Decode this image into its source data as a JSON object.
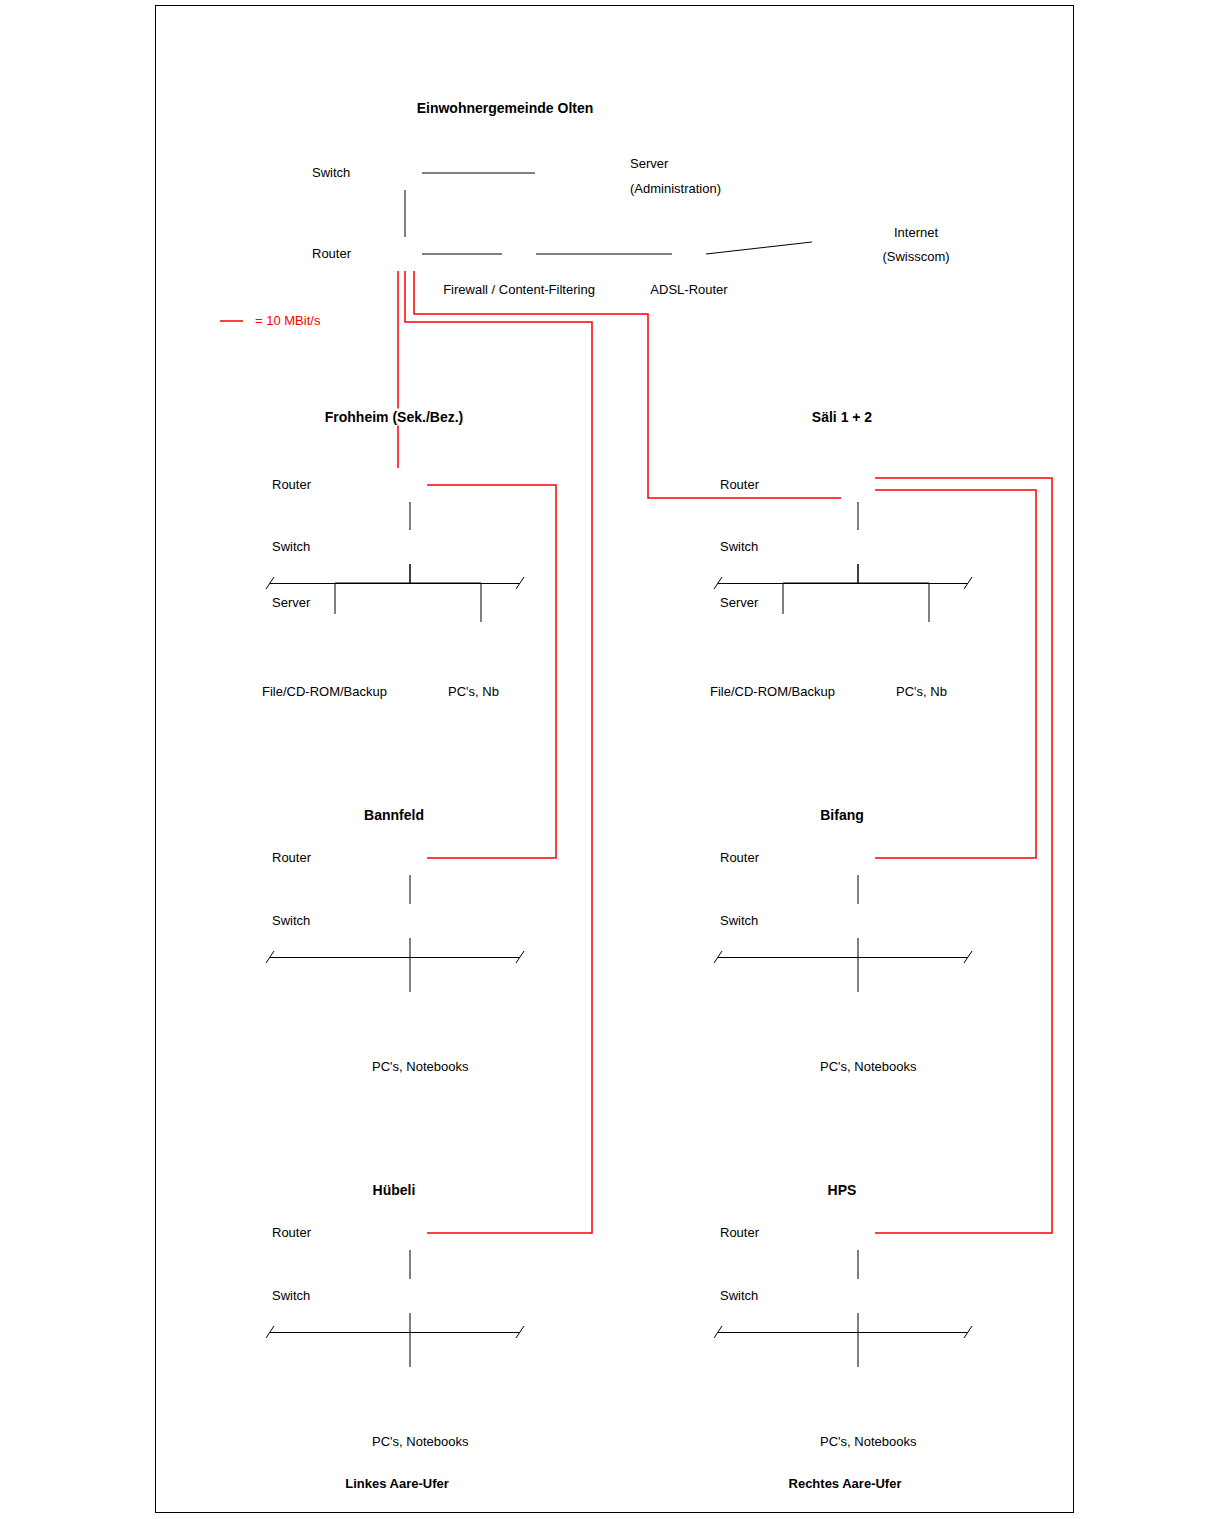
{
  "diagram": {
    "nodes": [
      {
        "text": [
          "Einwohnergemeinde Olten"
        ]
      },
      {
        "text": [
          "Switch"
        ],
        "in": 0
      },
      {
        "text": [
          "Server (Administration)"
        ],
        "in": 0
      },
      {
        "text": [
          "Router"
        ],
        "in": 0
      },
      {
        "text": [
          "Firewall / Content-Filtering"
        ],
        "in": 0
      },
      {
        "text": [
          "ADSL-Router"
        ],
        "in": 0
      },
      {
        "text": [
          "Internet (Swisscom)"
        ]
      },
      {
        "text": [
          "Linkes Aare-Ufer"
        ]
      },
      {
        "text": [
          "Frohheim (Sek./Bez.)"
        ],
        "in": 7
      },
      {
        "text": [
          "Router"
        ],
        "in": 8
      },
      {
        "text": [
          "Switch"
        ],
        "in": 8
      },
      {
        "text": [
          "Server",
          "File/CD-ROM/Backup"
        ],
        "in": 8
      },
      {
        "text": [
          "PC's, Nb"
        ],
        "in": 8
      },
      {
        "text": [
          "Bannfeld"
        ],
        "in": 7
      },
      {
        "text": [
          "Router"
        ],
        "in": 13
      },
      {
        "text": [
          "Switch"
        ],
        "in": 13
      },
      {
        "text": [
          "PC's, Notebooks"
        ],
        "in": 13
      },
      {
        "text": [
          "Hübeli"
        ],
        "in": 7
      },
      {
        "text": [
          "Router"
        ],
        "in": 17
      },
      {
        "text": [
          "Switch"
        ],
        "in": 17
      },
      {
        "text": [
          "PC's, Notebooks"
        ],
        "in": 17
      },
      {
        "text": [
          "Rechtes Aare-Ufer"
        ]
      },
      {
        "text": [
          "Säli 1 + 2"
        ],
        "in": 21
      },
      {
        "text": [
          "Router"
        ],
        "in": 22
      },
      {
        "text": [
          "Switch"
        ],
        "in": 22
      },
      {
        "text": [
          "Server",
          "File/CD-ROM/Backup"
        ],
        "in": 22
      },
      {
        "text": [
          "PC's, Nb"
        ],
        "in": 22
      },
      {
        "text": [
          "Bifang"
        ],
        "in": 21
      },
      {
        "text": [
          "Router"
        ],
        "in": 27
      },
      {
        "text": [
          "Switch"
        ],
        "in": 27
      },
      {
        "text": [
          "PC's, Notebooks"
        ],
        "in": 27
      },
      {
        "text": [
          "HPS"
        ],
        "in": 21
      },
      {
        "text": [
          "Router"
        ],
        "in": 31
      },
      {
        "text": [
          "Switch"
        ],
        "in": 31
      },
      {
        "text": [
          "PC's, Notebooks"
        ],
        "in": 31
      }
    ],
    "edges": [
      {
        "from": 1,
        "to": 2,
        "arrow": "none"
      },
      {
        "from": 1,
        "to": 3,
        "arrow": "none"
      },
      {
        "from": 3,
        "to": 4,
        "arrow": "none"
      },
      {
        "from": 4,
        "to": 5,
        "arrow": "none"
      },
      {
        "from": 5,
        "to": 6,
        "arrow": "none"
      },
      {
        "from": 3,
        "to": 9,
        "arrow": "none"
      },
      {
        "from": 3,
        "to": 18,
        "arrow": "none"
      },
      {
        "from": 3,
        "to": 23,
        "arrow": "none"
      },
      {
        "from": 9,
        "to": 10,
        "arrow": "none"
      },
      {
        "from": 10,
        "to": 11,
        "arrow": "none"
      },
      {
        "from": 10,
        "to": 12,
        "arrow": "none"
      },
      {
        "from": 9,
        "to": 14,
        "arrow": "none"
      },
      {
        "from": 14,
        "to": 15,
        "arrow": "none"
      },
      {
        "from": 15,
        "to": 16,
        "arrow": "none"
      },
      {
        "from": 18,
        "to": 19,
        "arrow": "none"
      },
      {
        "from": 19,
        "to": 20,
        "arrow": "none"
      },
      {
        "from": 23,
        "to": 24,
        "arrow": "none"
      },
      {
        "from": 24,
        "to": 25,
        "arrow": "none"
      },
      {
        "from": 24,
        "to": 26,
        "arrow": "none"
      },
      {
        "from": 23,
        "to": 28,
        "arrow": "none"
      },
      {
        "from": 28,
        "to": 29,
        "arrow": "none"
      },
      {
        "from": 29,
        "to": 30,
        "arrow": "none"
      },
      {
        "from": 23,
        "to": 32,
        "arrow": "none"
      },
      {
        "from": 32,
        "to": 33,
        "arrow": "none"
      },
      {
        "from": 33,
        "to": 34,
        "arrow": "none"
      }
    ],
    "legend": [
      {
        "text": "= 10 MBit/s"
      }
    ]
  }
}
